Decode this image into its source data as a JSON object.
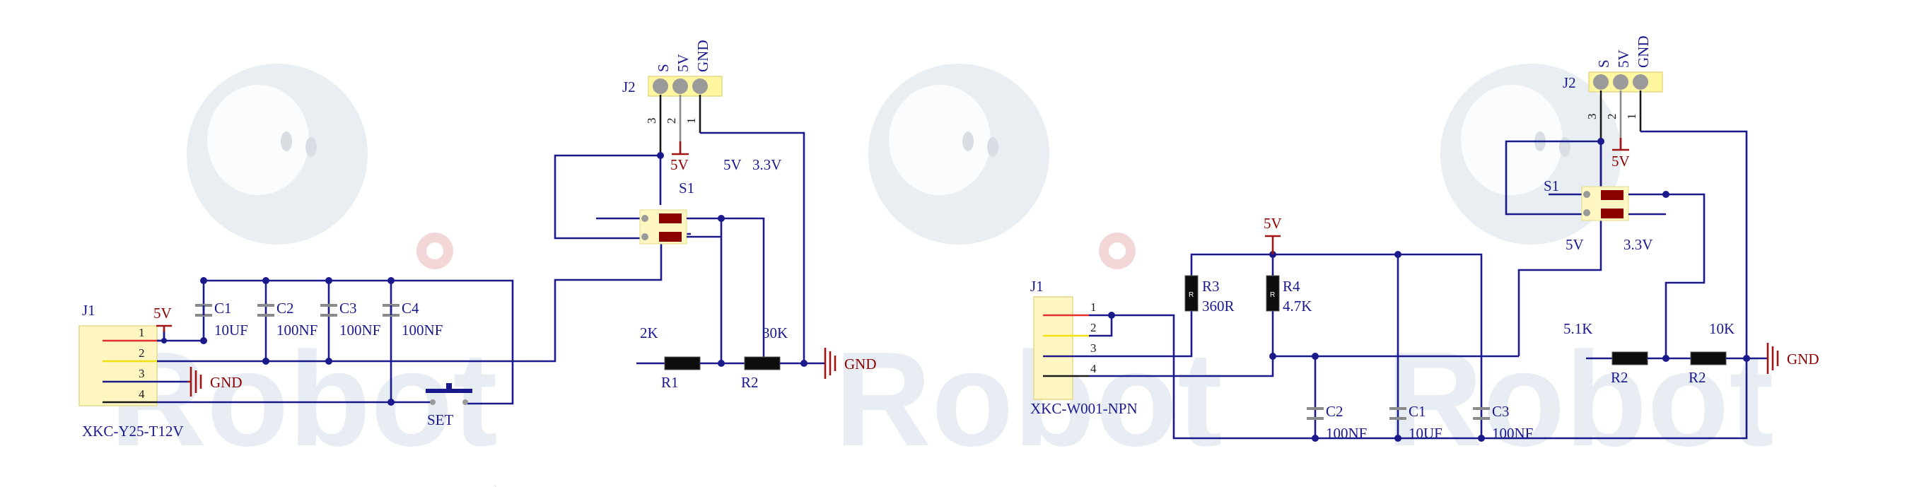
{
  "watermark": {
    "text": "Robot"
  },
  "left_circuit": {
    "connector": {
      "ref": "J1",
      "part": "XKC-Y25-T12V",
      "pins": [
        "1",
        "2",
        "3",
        "4"
      ]
    },
    "supply": "5V",
    "ground": "GND",
    "capacitors": [
      {
        "ref": "C1",
        "value": "10UF"
      },
      {
        "ref": "C2",
        "value": "100NF"
      },
      {
        "ref": "C3",
        "value": "100NF"
      },
      {
        "ref": "C4",
        "value": "100NF"
      }
    ],
    "button": "SET",
    "header": {
      "ref": "J2",
      "labels": [
        "S",
        "5V",
        "GND"
      ],
      "pins": [
        "3",
        "2",
        "1"
      ],
      "supply": "5V"
    },
    "switch": {
      "ref": "S1",
      "pos_a": "5V",
      "pos_b": "3.3V"
    },
    "resistors": [
      {
        "ref": "R1",
        "value": "2K"
      },
      {
        "ref": "R2",
        "value": "30K"
      }
    ],
    "ground2": "GND"
  },
  "right_circuit": {
    "connector": {
      "ref": "J1",
      "part": "XKC-W001-NPN",
      "pins": [
        "1",
        "2",
        "3",
        "4"
      ]
    },
    "supply": "5V",
    "resistors_top": [
      {
        "ref": "R3",
        "value": "360R"
      },
      {
        "ref": "R4",
        "value": "4.7K"
      }
    ],
    "resistor_glyph": "R",
    "capacitors": [
      {
        "ref": "C2",
        "value": "100NF"
      },
      {
        "ref": "C1",
        "value": "10UF"
      },
      {
        "ref": "C3",
        "value": "100NF"
      }
    ],
    "header": {
      "ref": "J2",
      "labels": [
        "S",
        "5V",
        "GND"
      ],
      "pins": [
        "3",
        "2",
        "1"
      ],
      "supply": "5V"
    },
    "switch": {
      "ref": "S1",
      "pos_a": "5V",
      "pos_b": "3.3V"
    },
    "resistors_bottom": [
      {
        "ref": "R2",
        "value": "5.1K"
      },
      {
        "ref": "R2",
        "value": "10K"
      }
    ],
    "ground": "GND"
  }
}
